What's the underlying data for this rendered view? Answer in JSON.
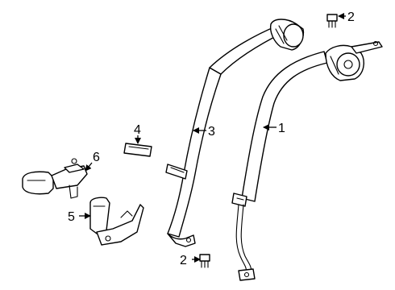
{
  "callouts": {
    "c1": "1",
    "c2a": "2",
    "c2b": "2",
    "c3": "3",
    "c4": "4",
    "c5": "5",
    "c6": "6"
  },
  "colors": {
    "ink": "#000000",
    "paper": "#ffffff"
  }
}
